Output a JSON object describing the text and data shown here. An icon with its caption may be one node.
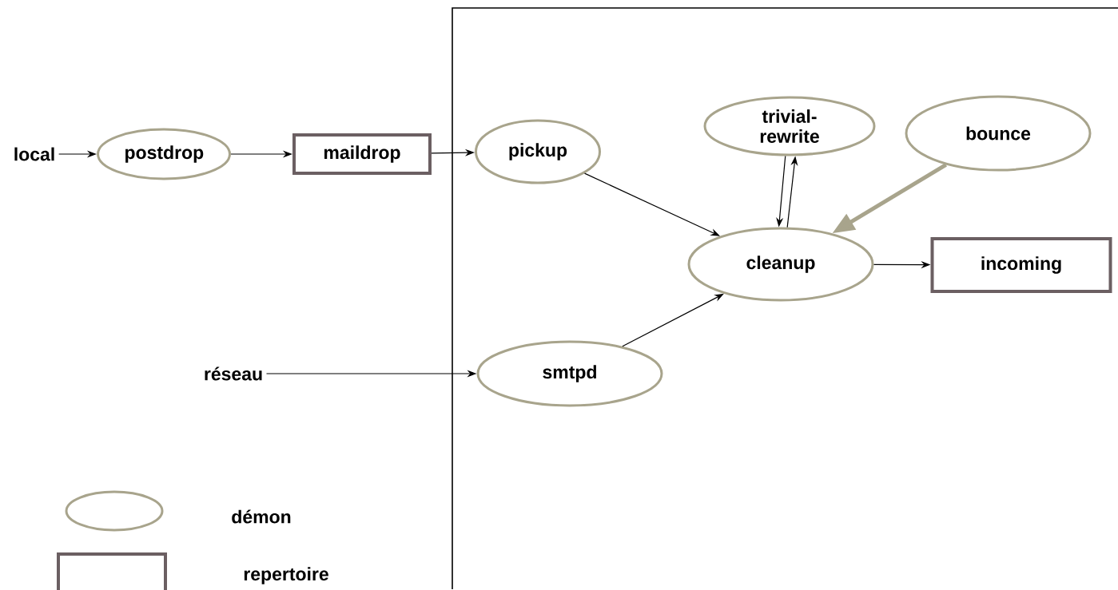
{
  "diagram": {
    "nodes": [
      {
        "text": [
          "local"
        ]
      },
      {
        "text": [
          "postdrop"
        ]
      },
      {
        "text": [
          "maildrop"
        ]
      },
      {
        "text": [
          "pickup"
        ]
      },
      {
        "text": [
          "trivial- rewrite"
        ]
      },
      {
        "text": [
          "bounce"
        ]
      },
      {
        "text": [
          "cleanup"
        ]
      },
      {
        "text": [
          "incoming"
        ]
      },
      {
        "text": [
          "réseau"
        ]
      },
      {
        "text": [
          "smtpd"
        ]
      }
    ],
    "edges": [
      {
        "from": 0,
        "to": 1,
        "arrow": "to"
      },
      {
        "from": 1,
        "to": 2,
        "arrow": "to"
      },
      {
        "from": 2,
        "to": 3,
        "arrow": "to"
      },
      {
        "from": 3,
        "to": 6,
        "arrow": "to"
      },
      {
        "from": 4,
        "to": 6,
        "arrow": "to"
      },
      {
        "from": 6,
        "to": 4,
        "arrow": "to"
      },
      {
        "from": 5,
        "to": 6,
        "arrow": "to",
        "style": "thick",
        "color": "#a8a48c"
      },
      {
        "from": 6,
        "to": 7,
        "arrow": "to"
      },
      {
        "from": 8,
        "to": 9,
        "arrow": "to"
      },
      {
        "from": 9,
        "to": 6,
        "arrow": "to"
      }
    ],
    "legend": [
      {
        "text": "démon"
      },
      {
        "text": "repertoire"
      }
    ]
  }
}
